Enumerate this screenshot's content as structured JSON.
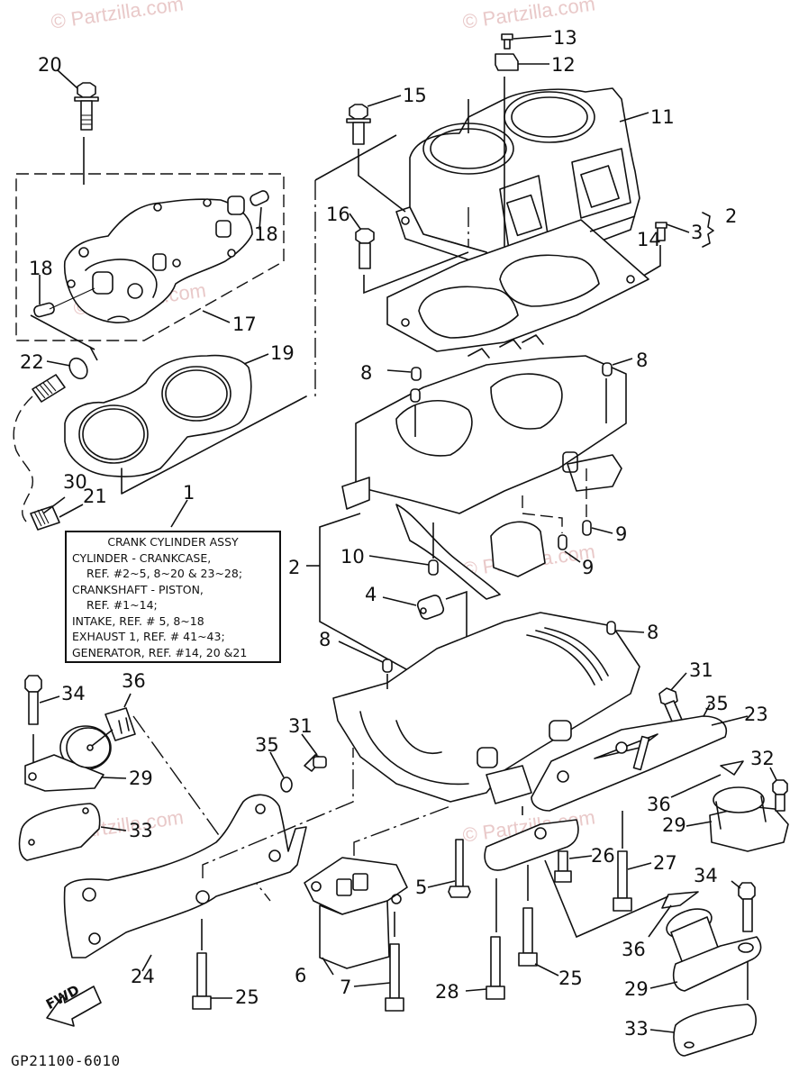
{
  "diagram": {
    "code": "GP21100-6010",
    "direction_label": "FWD",
    "watermark_text": "© Partzilla.com",
    "colors": {
      "line": "#111111",
      "watermark": "#e9c9c9",
      "background": "#ffffff"
    }
  },
  "note_box": {
    "title": "CRANK CYLINDER ASSY",
    "lines": [
      "CYLINDER - CRANKCASE,",
      "REF. #2~5, 8~20 & 23~28;",
      "CRANKSHAFT - PISTON,",
      "REF. #1~14;",
      "INTAKE, REF. # 5, 8~18",
      "EXHAUST 1, REF. # 41~43;",
      "GENERATOR, REF. #14, 20 &21"
    ]
  },
  "callouts": [
    {
      "id": "c20a",
      "label": "20"
    },
    {
      "id": "c13",
      "label": "13"
    },
    {
      "id": "c12",
      "label": "12"
    },
    {
      "id": "c15",
      "label": "15"
    },
    {
      "id": "c11",
      "label": "11"
    },
    {
      "id": "c16",
      "label": "16"
    },
    {
      "id": "c3",
      "label": "3"
    },
    {
      "id": "c2a",
      "label": "2"
    },
    {
      "id": "c14",
      "label": "14"
    },
    {
      "id": "c18a",
      "label": "18"
    },
    {
      "id": "c18b",
      "label": "18"
    },
    {
      "id": "c17",
      "label": "17"
    },
    {
      "id": "c22",
      "label": "22"
    },
    {
      "id": "c19",
      "label": "19"
    },
    {
      "id": "c8a",
      "label": "8"
    },
    {
      "id": "c8b",
      "label": "8"
    },
    {
      "id": "c30",
      "label": "30"
    },
    {
      "id": "c21",
      "label": "21"
    },
    {
      "id": "c1",
      "label": "1"
    },
    {
      "id": "c9a",
      "label": "9"
    },
    {
      "id": "c9b",
      "label": "9"
    },
    {
      "id": "c10",
      "label": "10"
    },
    {
      "id": "c2b",
      "label": "2"
    },
    {
      "id": "c4",
      "label": "4"
    },
    {
      "id": "c8c",
      "label": "8"
    },
    {
      "id": "c8d",
      "label": "8"
    },
    {
      "id": "c34a",
      "label": "34"
    },
    {
      "id": "c36a",
      "label": "36"
    },
    {
      "id": "c31a",
      "label": "31"
    },
    {
      "id": "c31b",
      "label": "31"
    },
    {
      "id": "c35a",
      "label": "35"
    },
    {
      "id": "c35b",
      "label": "35"
    },
    {
      "id": "c23",
      "label": "23"
    },
    {
      "id": "c29a",
      "label": "29"
    },
    {
      "id": "c32",
      "label": "32"
    },
    {
      "id": "c36b",
      "label": "36"
    },
    {
      "id": "c33a",
      "label": "33"
    },
    {
      "id": "c29b",
      "label": "29"
    },
    {
      "id": "c26",
      "label": "26"
    },
    {
      "id": "c27",
      "label": "27"
    },
    {
      "id": "c5",
      "label": "5"
    },
    {
      "id": "c34b",
      "label": "34"
    },
    {
      "id": "c24",
      "label": "24"
    },
    {
      "id": "c6",
      "label": "6"
    },
    {
      "id": "c36c",
      "label": "36"
    },
    {
      "id": "c29c",
      "label": "29"
    },
    {
      "id": "c7",
      "label": "7"
    },
    {
      "id": "c28",
      "label": "28"
    },
    {
      "id": "c25a",
      "label": "25"
    },
    {
      "id": "c25b",
      "label": "25"
    },
    {
      "id": "c33b",
      "label": "33"
    }
  ]
}
